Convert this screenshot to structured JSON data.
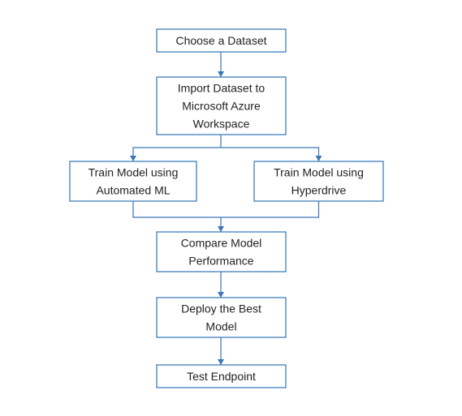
{
  "diagram": {
    "nodes": [
      {
        "id": "choose-dataset",
        "lines": [
          "Choose a Dataset"
        ]
      },
      {
        "id": "import-dataset",
        "lines": [
          "Import Dataset to",
          "Microsoft Azure",
          "Workspace"
        ]
      },
      {
        "id": "train-automl",
        "lines": [
          "Train Model using",
          "Automated ML"
        ]
      },
      {
        "id": "train-hyperdrive",
        "lines": [
          "Train Model using",
          "Hyperdrive"
        ]
      },
      {
        "id": "compare-performance",
        "lines": [
          "Compare Model",
          "Performance"
        ]
      },
      {
        "id": "deploy-best",
        "lines": [
          "Deploy the Best",
          "Model"
        ]
      },
      {
        "id": "test-endpoint",
        "lines": [
          "Test Endpoint"
        ]
      }
    ],
    "edges": [
      {
        "from": "choose-dataset",
        "to": "import-dataset"
      },
      {
        "from": "import-dataset",
        "to": "train-automl"
      },
      {
        "from": "import-dataset",
        "to": "train-hyperdrive"
      },
      {
        "from": "train-automl",
        "to": "compare-performance"
      },
      {
        "from": "train-hyperdrive",
        "to": "compare-performance"
      },
      {
        "from": "compare-performance",
        "to": "deploy-best"
      },
      {
        "from": "deploy-best",
        "to": "test-endpoint"
      }
    ],
    "colors": {
      "box_border": "#2e75b6",
      "connector": "#3a76b8",
      "text": "#222222"
    }
  }
}
